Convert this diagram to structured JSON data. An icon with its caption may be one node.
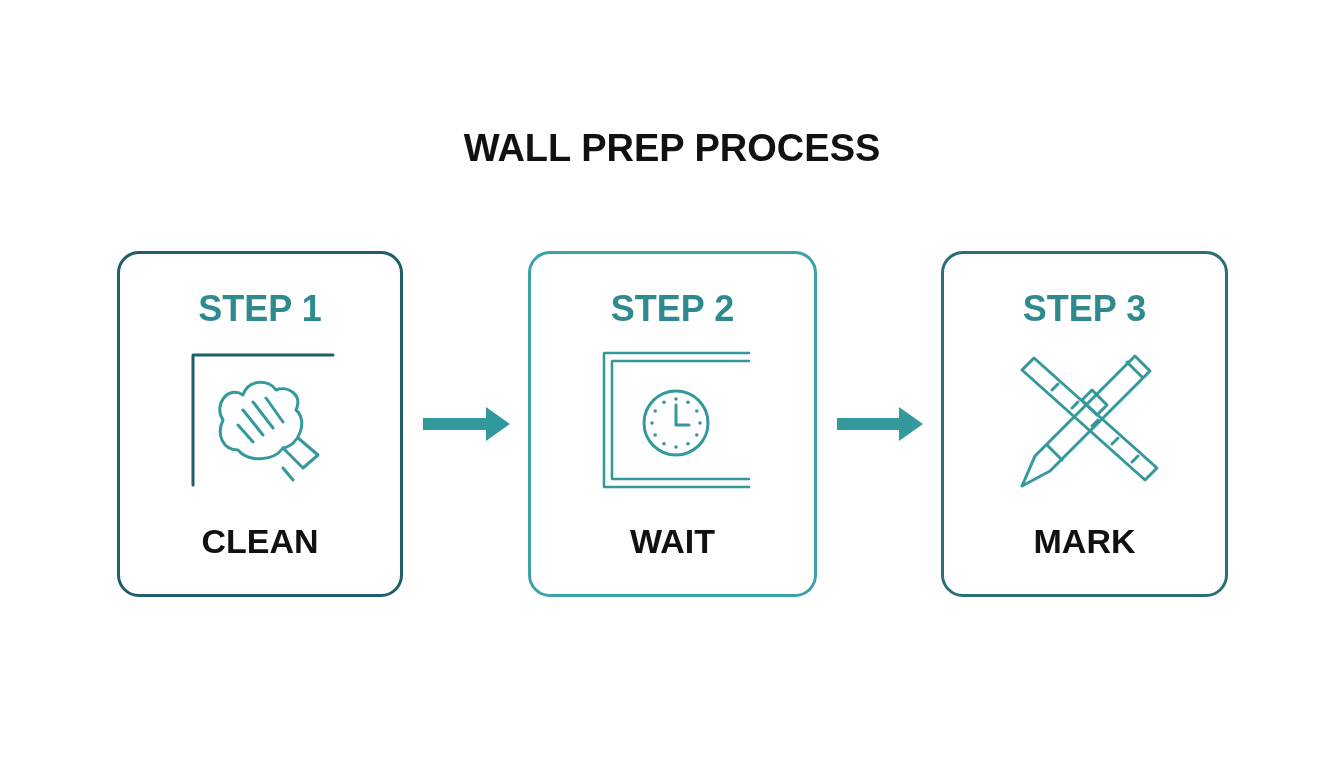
{
  "diagram": {
    "title": "WALL PREP PROCESS",
    "nodes": [
      {
        "text": [
          "STEP 1",
          "CLEAN"
        ]
      },
      {
        "text": [
          "STEP 2",
          "WAIT"
        ]
      },
      {
        "text": [
          "STEP 3",
          "MARK"
        ]
      }
    ],
    "edges": [
      {
        "from": 0,
        "to": 1,
        "arrow": "to"
      },
      {
        "from": 1,
        "to": 2,
        "arrow": "to"
      }
    ]
  }
}
